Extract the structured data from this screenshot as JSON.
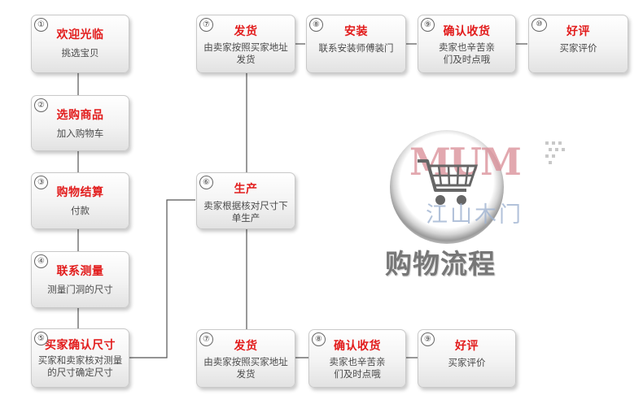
{
  "steps": [
    {
      "num": "①",
      "title": "欢迎光临",
      "desc": "挑选宝贝"
    },
    {
      "num": "②",
      "title": "选购商品",
      "desc": "加入购物车"
    },
    {
      "num": "③",
      "title": "购物结算",
      "desc": "付款"
    },
    {
      "num": "④",
      "title": "联系测量",
      "desc": "测量门洞的尺寸"
    },
    {
      "num": "⑤",
      "title": "买家确认尺寸",
      "desc": "买家和卖家核对测量的尺寸确定尺寸"
    },
    {
      "num": "⑥",
      "title": "生产",
      "desc": "卖家根据核对尺寸下单生产"
    },
    {
      "num": "⑦",
      "title": "发货",
      "desc": "由卖家按照买家地址发货"
    },
    {
      "num": "⑧",
      "title": "安装",
      "desc": "联系安装师傅装门"
    },
    {
      "num": "⑨",
      "title": "确认收货",
      "desc": "卖家也辛苦亲们及时点哦"
    },
    {
      "num": "⑩",
      "title": "好评",
      "desc": "买家评价"
    },
    {
      "num": "⑦",
      "title": "发货",
      "desc": "由卖家按照买家地址发货"
    },
    {
      "num": "⑧",
      "title": "确认收货",
      "desc": "卖家也辛苦亲们及时点哦"
    },
    {
      "num": "⑨",
      "title": "好评",
      "desc": "买家评价"
    }
  ],
  "logo": {
    "brand": "MUM",
    "brand_cn": "江山木门",
    "title": "购物流程",
    "colors": {
      "brand": "#d98b95",
      "brand_cn": "#9fb3d1",
      "accent": "#e21b1b"
    }
  }
}
